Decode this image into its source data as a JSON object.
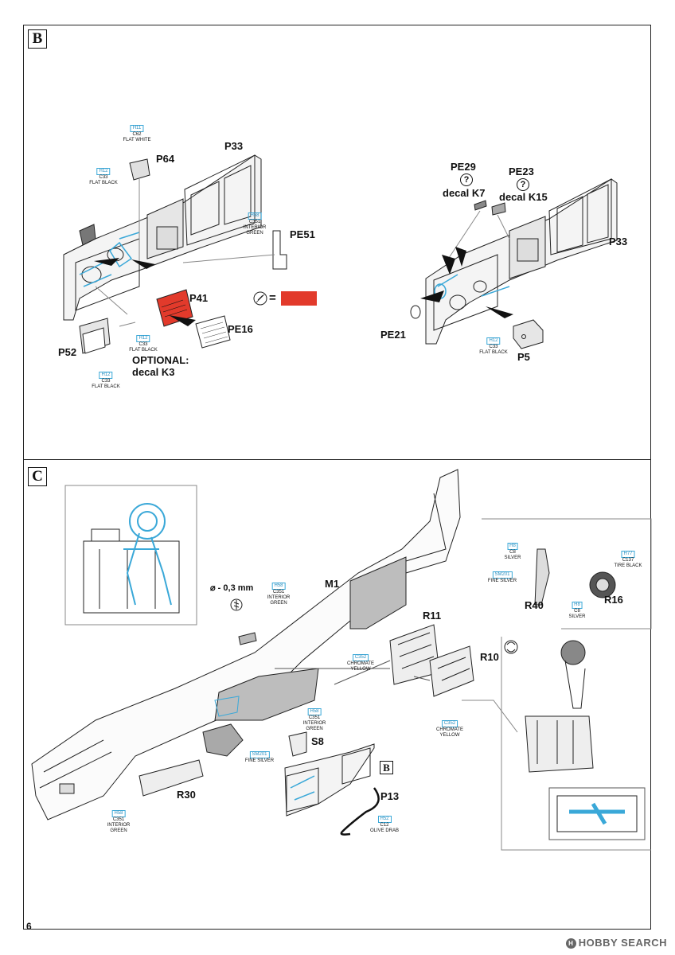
{
  "page": {
    "number": "6",
    "watermark": "HOBBY SEARCH"
  },
  "sections": {
    "b": "B",
    "c": "C",
    "c_ref_b": "B"
  },
  "section_b": {
    "parts": {
      "p64": "P64",
      "p33_left": "P33",
      "pe51": "PE51",
      "p41": "P41",
      "pe16": "PE16",
      "p52": "P52",
      "pe29": "PE29",
      "pe23": "PE23",
      "p33_right": "P33",
      "pe21": "PE21",
      "p5": "P5"
    },
    "optional_title": "OPTIONAL:",
    "optional_decal": "decal K3",
    "decal_k7": "decal K7",
    "decal_k15": "decal K15",
    "question_mark": "?",
    "equals_sign": "=",
    "red_color": "#e23a2b",
    "paints": {
      "h11": {
        "code": "H11",
        "c": "C62",
        "name": "FLAT WHITE"
      },
      "h12a": {
        "code": "H12",
        "c": "C33",
        "name": "FLAT BLACK"
      },
      "h58a": {
        "code": "H58",
        "c": "C351",
        "name1": "INTERIOR",
        "name2": "GREEN"
      },
      "h12b": {
        "code": "H12",
        "c": "C33",
        "name": "FLAT BLACK"
      },
      "h12c": {
        "code": "H12",
        "c": "C33",
        "name": "FLAT BLACK"
      },
      "h12d": {
        "code": "H12",
        "c": "C33",
        "name": "FLAT BLACK"
      }
    }
  },
  "section_c": {
    "parts": {
      "m1": "M1",
      "r11": "R11",
      "r10": "R10",
      "r40": "R40",
      "r16": "R16",
      "s8": "S8",
      "r30": "R30",
      "p13": "P13"
    },
    "drill": "⌀ - 0,3 mm",
    "paints": {
      "h58a": {
        "code": "H58",
        "c": "C351",
        "name1": "INTERIOR",
        "name2": "GREEN"
      },
      "c352a": {
        "c": "C352",
        "name1": "CHROMATE",
        "name2": "YELLOW"
      },
      "c352b": {
        "c": "C352",
        "name1": "CHROMATE",
        "name2": "YELLOW"
      },
      "h58b": {
        "code": "H58",
        "c": "C351",
        "name1": "INTERIOR",
        "name2": "GREEN"
      },
      "sm201a": {
        "code": "SM201",
        "name": "FINE SILVER"
      },
      "h58c": {
        "code": "H58",
        "c": "C351",
        "name1": "INTERIOR",
        "name2": "GREEN"
      },
      "h52": {
        "code": "H52",
        "c": "C12",
        "name": "OLIVE DRAB"
      },
      "h8a": {
        "code": "H8",
        "c": "C8",
        "name": "SILVER"
      },
      "h77": {
        "code": "H77",
        "c": "C137",
        "name": "TIRE BLACK"
      },
      "sm201b": {
        "code": "SM201",
        "name": "FINE SILVER"
      },
      "h8b": {
        "code": "H8",
        "c": "C8",
        "name": "SILVER"
      }
    }
  },
  "colors": {
    "blue": "#3aa8d8",
    "grey_fill": "#bdbdbd",
    "line": "#222222"
  }
}
